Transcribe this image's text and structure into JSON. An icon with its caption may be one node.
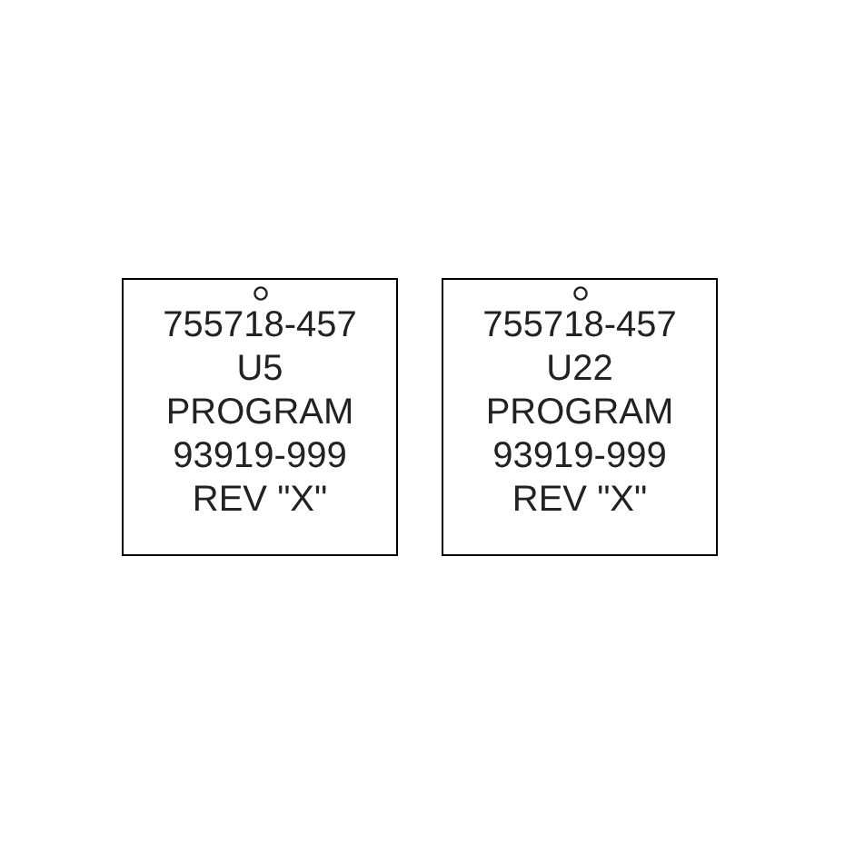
{
  "diagram": {
    "nodes": [
      {
        "text": [
          "755718-457",
          "U5",
          "PROGRAM",
          "93919-999",
          "REV \"X\""
        ]
      },
      {
        "text": [
          "755718-457",
          "U22",
          "PROGRAM",
          "93919-999",
          "REV \"X\""
        ]
      }
    ]
  }
}
